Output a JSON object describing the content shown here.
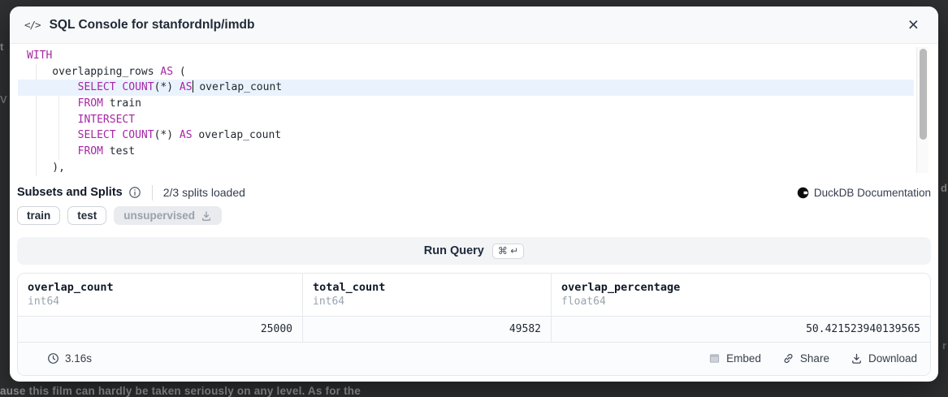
{
  "backdrop": {
    "bottom_text": "ause this film can hardly be taken seriously on any level. As for the",
    "fragments": {
      "left_top": "t",
      "left_mid": "V",
      "right_mid": "d",
      "right_low": "r"
    }
  },
  "header": {
    "icon": "</>",
    "title": "SQL Console for stanfordnlp/imdb",
    "close": "×"
  },
  "editor": {
    "active_line_index": 2,
    "keyword_color": "#a626a4",
    "active_line_color": "#eaf3fd",
    "lines": [
      [
        [
          "k",
          "WITH"
        ]
      ],
      [
        [
          "p",
          "    overlapping_rows "
        ],
        [
          "k",
          "AS"
        ],
        [
          "p",
          " ("
        ]
      ],
      [
        [
          "p",
          "        "
        ],
        [
          "k",
          "SELECT"
        ],
        [
          "p",
          " "
        ],
        [
          "k",
          "COUNT"
        ],
        [
          "p",
          "(*) "
        ],
        [
          "k",
          "AS"
        ],
        [
          "cur",
          ""
        ],
        [
          "p",
          " overlap_count"
        ]
      ],
      [
        [
          "p",
          "        "
        ],
        [
          "k",
          "FROM"
        ],
        [
          "p",
          " train"
        ]
      ],
      [
        [
          "p",
          "        "
        ],
        [
          "k",
          "INTERSECT"
        ]
      ],
      [
        [
          "p",
          "        "
        ],
        [
          "k",
          "SELECT"
        ],
        [
          "p",
          " "
        ],
        [
          "k",
          "COUNT"
        ],
        [
          "p",
          "(*) "
        ],
        [
          "k",
          "AS"
        ],
        [
          "p",
          " overlap_count"
        ]
      ],
      [
        [
          "p",
          "        "
        ],
        [
          "k",
          "FROM"
        ],
        [
          "p",
          " test"
        ]
      ],
      [
        [
          "p",
          "    ),"
        ]
      ]
    ]
  },
  "subsets": {
    "title": "Subsets and Splits",
    "status": "2/3 splits loaded",
    "doc_link": "DuckDB Documentation",
    "splits": [
      {
        "label": "train",
        "loaded": true
      },
      {
        "label": "test",
        "loaded": true
      },
      {
        "label": "unsupervised",
        "loaded": false
      }
    ]
  },
  "run": {
    "label": "Run Query",
    "kbd": "⌘ ↵"
  },
  "results": {
    "columns": [
      {
        "name": "overlap_count",
        "type": "int64"
      },
      {
        "name": "total_count",
        "type": "int64"
      },
      {
        "name": "overlap_percentage",
        "type": "float64"
      }
    ],
    "rows": [
      {
        "overlap_count": "25000",
        "total_count": "49582",
        "overlap_percentage": "50.421523940139565"
      }
    ]
  },
  "footer": {
    "duration": "3.16s",
    "embed_label": "Embed",
    "share_label": "Share",
    "download_label": "Download"
  }
}
